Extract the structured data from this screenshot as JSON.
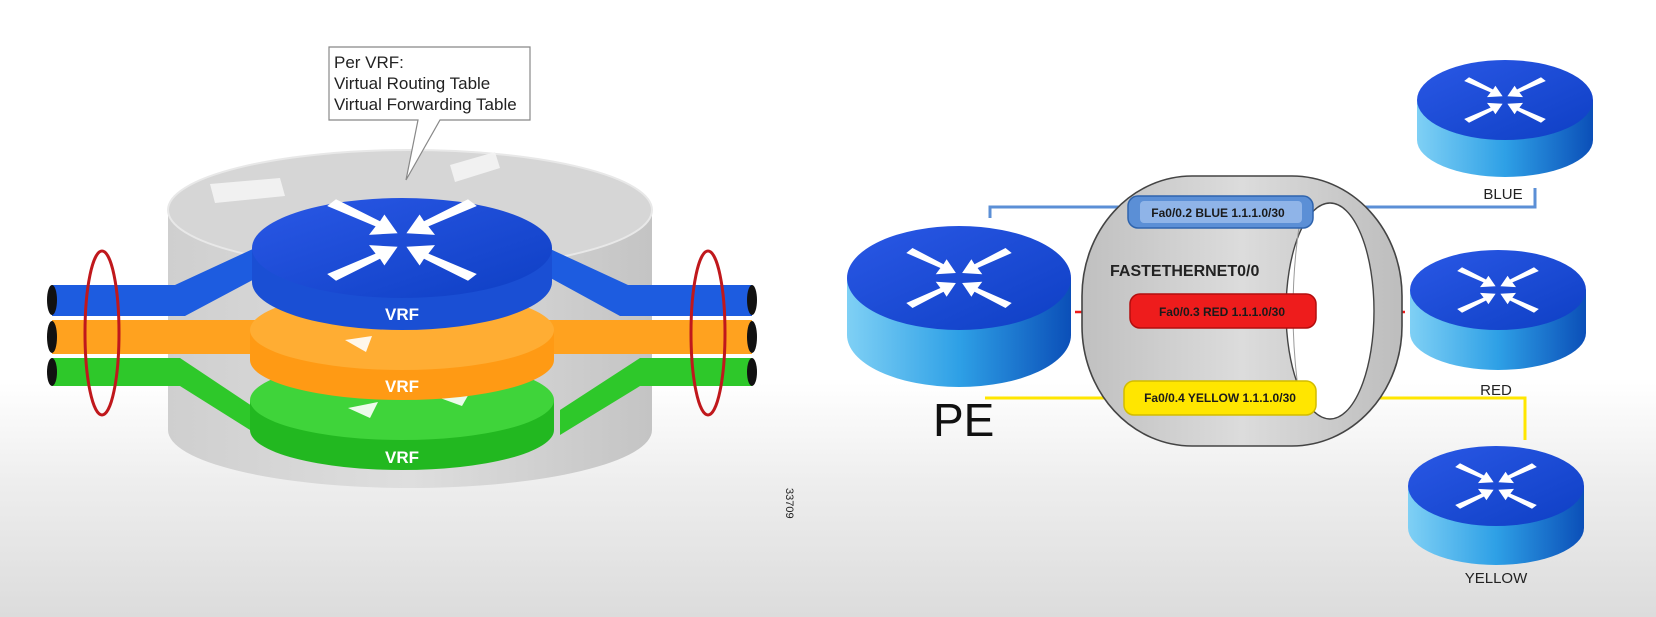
{
  "left_diagram": {
    "callout_lines": [
      "Per VRF:",
      "Virtual Routing Table",
      "Virtual Forwarding Table"
    ],
    "vrf_labels": [
      "VRF",
      "VRF",
      "VRF"
    ],
    "figure_id": "33709"
  },
  "right_diagram": {
    "pe_label": "PE",
    "interface_label": "FASTETHERNET0/0",
    "subinterfaces": [
      {
        "label": "Fa0/0.2 BLUE 1.1.1.0/30",
        "color": "#5b8fd6"
      },
      {
        "label": "Fa0/0.3 RED 1.1.1.0/30",
        "color": "#ee1c1c"
      },
      {
        "label": "Fa0/0.4 YELLOW 1.1.1.0/30",
        "color": "#ffe600"
      }
    ],
    "routers": [
      {
        "label": "BLUE",
        "icon": "router-icon"
      },
      {
        "label": "RED",
        "icon": "router-icon"
      },
      {
        "label": "YELLOW",
        "icon": "router-icon"
      }
    ]
  },
  "colors": {
    "blue": "#1d5ce0",
    "orange": "#ffa21f",
    "green": "#2ec82a",
    "router_blue": "#1a63d8",
    "gray": "#c9c9c9"
  }
}
